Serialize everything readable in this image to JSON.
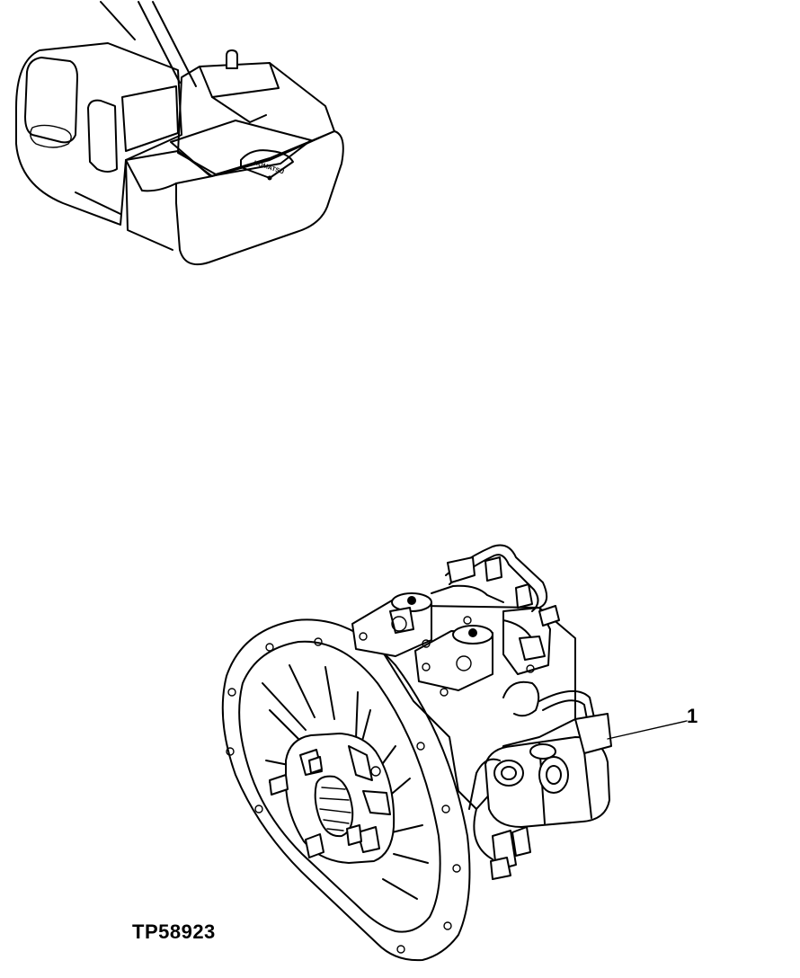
{
  "figure": {
    "id_label": "TP58923",
    "callouts": [
      {
        "label": "1"
      }
    ],
    "logo_text": "KOMATSU",
    "icons": [
      "excavator-location-icon",
      "hydraulic-pump-assembly-icon"
    ]
  }
}
